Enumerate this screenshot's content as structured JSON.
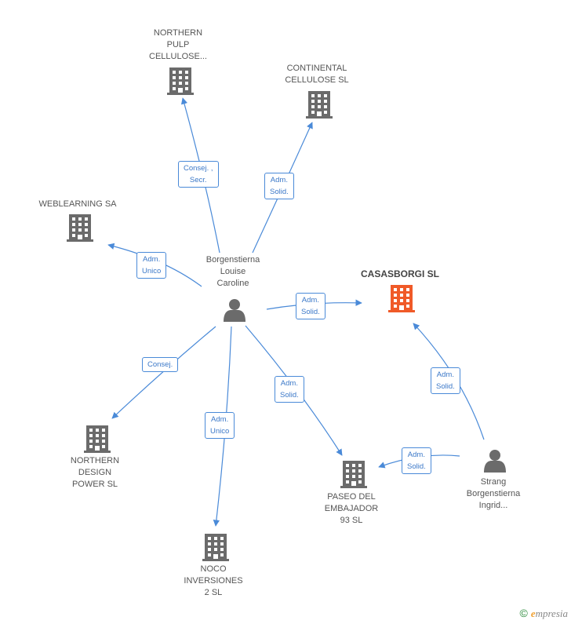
{
  "colors": {
    "edge": "#4a8ad8",
    "building": "#6b6b6b",
    "focus_building": "#f05a28",
    "person": "#6b6b6b"
  },
  "nodes": {
    "northern_pulp": {
      "label": "NORTHERN\nPULP\nCELLULOSE...",
      "icon": "building-icon"
    },
    "continental": {
      "label": "CONTINENTAL\nCELLULOSE SL",
      "icon": "building-icon"
    },
    "weblearning": {
      "label": "WEBLEARNING SA",
      "icon": "building-icon"
    },
    "borgenstierna": {
      "label": "Borgenstierna\nLouise\nCaroline",
      "icon": "person-icon"
    },
    "casasborgi": {
      "label": "CASASBORGI SL",
      "icon": "building-icon"
    },
    "northern_design": {
      "label": "NORTHERN\nDESIGN\nPOWER SL",
      "icon": "building-icon"
    },
    "noco": {
      "label": "NOCO\nINVERSIONES\n2 SL",
      "icon": "building-icon"
    },
    "paseo": {
      "label": "PASEO DEL\nEMBAJADOR\n93 SL",
      "icon": "building-icon"
    },
    "strang": {
      "label": "Strang\nBorgenstierna\nIngrid...",
      "icon": "person-icon"
    }
  },
  "edges": {
    "e1": "Consej. ,\nSecr.",
    "e2": "Adm.\nSolid.",
    "e3": "Adm.\nUnico",
    "e4": "Adm.\nSolid.",
    "e5": "Consej.",
    "e6": "Adm.\nUnico",
    "e7": "Adm.\nSolid.",
    "e8": "Adm.\nSolid.",
    "e9": "Adm.\nSolid."
  },
  "brand": {
    "copyright": "©",
    "e": "e",
    "rest": "mpresia"
  }
}
